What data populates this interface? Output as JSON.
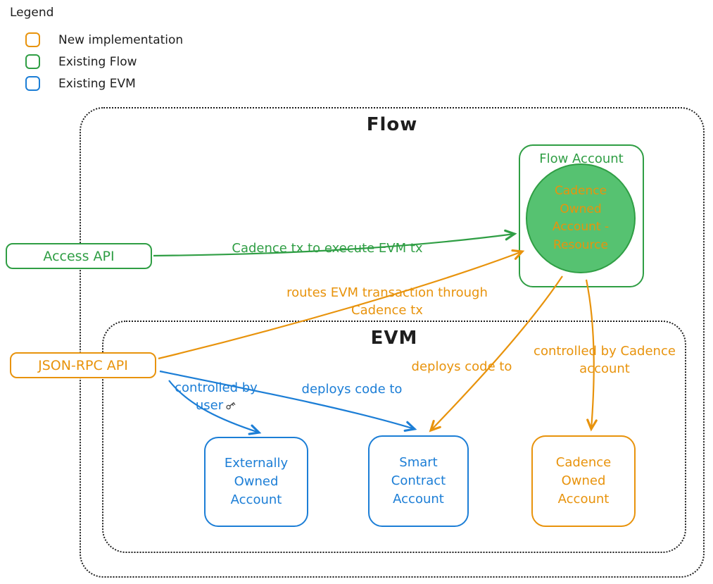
{
  "colors": {
    "orange": "#e8930c",
    "green": "#2f9e44",
    "green_fill": "#56c271",
    "blue": "#1c7ed6",
    "ink": "#1e1e1e",
    "background": "#ffffff"
  },
  "legend": {
    "title": "Legend",
    "items": [
      {
        "label": "New implementation",
        "color": "#e8930c"
      },
      {
        "label": "Existing Flow",
        "color": "#2f9e44"
      },
      {
        "label": "Existing EVM",
        "color": "#1c7ed6"
      }
    ]
  },
  "containers": {
    "flow": {
      "title": "Flow"
    },
    "evm": {
      "title": "EVM"
    }
  },
  "nodes": {
    "flow_account": {
      "label": "Flow Account",
      "color": "#2f9e44"
    },
    "cadence_owned_account_resource": {
      "label": "Cadence Owned Account - Resource",
      "text_color": "#e8930c",
      "fill": "#56c271"
    },
    "access_api": {
      "label": "Access API",
      "color": "#2f9e44"
    },
    "json_rpc_api": {
      "label": "JSON-RPC API",
      "color": "#e8930c"
    },
    "externally_owned_account": {
      "label": "Externally Owned Account",
      "color": "#1c7ed6"
    },
    "smart_contract_account": {
      "label": "Smart Contract Account",
      "color": "#1c7ed6"
    },
    "cadence_owned_account": {
      "label": "Cadence Owned Account",
      "color": "#e8930c"
    }
  },
  "edges": {
    "cadence_tx_to_execute": {
      "label": "Cadence tx to execute EVM tx",
      "color": "#2f9e44"
    },
    "routes_evm_transaction": {
      "label": "routes EVM transaction through Cadence tx",
      "color": "#e8930c"
    },
    "controlled_by_user": {
      "label": "controlled by user",
      "icon": "key-icon",
      "color": "#1c7ed6"
    },
    "deploys_code_to_user": {
      "label": "deploys code to",
      "color": "#1c7ed6"
    },
    "deploys_code_to_cadence": {
      "label": "deploys code to",
      "color": "#e8930c"
    },
    "controlled_by_cadence": {
      "label": "controlled by Cadence account",
      "color": "#e8930c"
    }
  }
}
